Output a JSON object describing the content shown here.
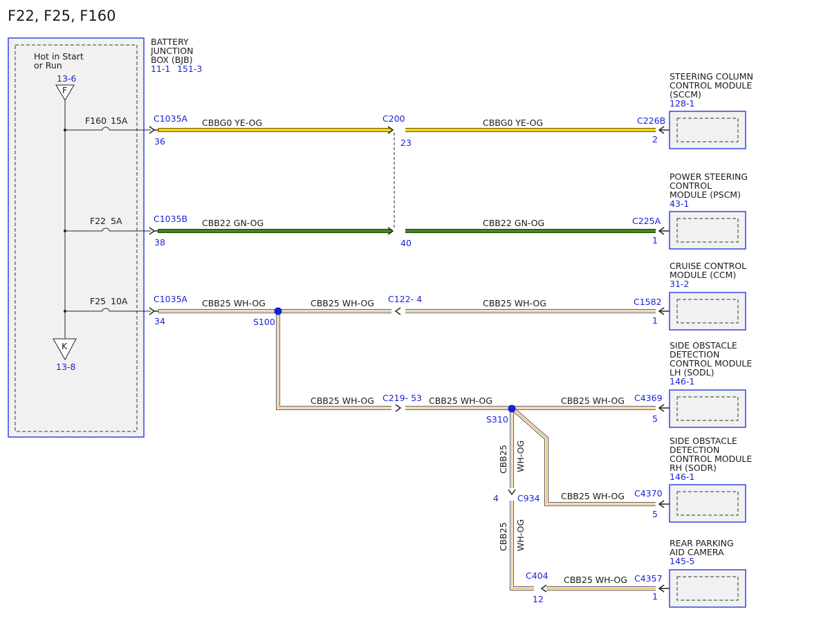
{
  "page_title": "F22, F25, F160",
  "power": {
    "label_line1": "Hot in Start",
    "label_line2": "or Run",
    "top_ref": "13-6",
    "top_symbol": "F",
    "bottom_ref": "13-8",
    "bottom_symbol": "K"
  },
  "fuses": [
    {
      "id": "F160",
      "rating": "15A"
    },
    {
      "id": "F22",
      "rating": "5A"
    },
    {
      "id": "F25",
      "rating": "10A"
    }
  ],
  "bjb": {
    "line1": "BATTERY",
    "line2": "JUNCTION",
    "line3": "BOX (BJB)",
    "ref1": "11-1",
    "ref2": "151-3"
  },
  "connectors": {
    "c1035a_1": "C1035A",
    "c1035b": "C1035B",
    "c1035a_2": "C1035A",
    "c200": "C200",
    "c122": "C122- 4",
    "c219": "C219- 53",
    "c934": "C934",
    "c404": "C404",
    "c226b": "C226B",
    "c225a": "C225A",
    "c1582": "C1582",
    "c4369": "C4369",
    "c4370": "C4370",
    "c4357": "C4357"
  },
  "pins": {
    "p36": "36",
    "p38": "38",
    "p34": "34",
    "p23": "23",
    "p40": "40",
    "p2": "2",
    "p1a": "1",
    "p1b": "1",
    "p5a": "5",
    "p5b": "5",
    "p4": "4",
    "p12": "12",
    "p1c": "1"
  },
  "splices": {
    "s100": "S100",
    "s310": "S310"
  },
  "wires": {
    "cbbg0_1": "CBBG0  YE-OG",
    "cbbg0_2": "CBBG0  YE-OG",
    "cbb22_1": "CBB22  GN-OG",
    "cbb22_2": "CBB22  GN-OG",
    "cbb25_1": "CBB25  WH-OG",
    "cbb25_2": "CBB25  WH-OG",
    "cbb25_3": "CBB25  WH-OG",
    "cbb25_4": "CBB25  WH-OG",
    "cbb25_5": "CBB25  WH-OG",
    "cbb25_6": "CBB25  WH-OG",
    "cbb25_7": "CBB25  WH-OG",
    "cbb25_8": "CBB25  WH-OG",
    "v_circuit": "CBB25",
    "v_color": "WH-OG"
  },
  "modules": {
    "sccm": {
      "l1": "STEERING COLUMN",
      "l2": "CONTROL MODULE",
      "l3": "(SCCM)",
      "ref": "128-1"
    },
    "pscm": {
      "l1": "POWER STEERING",
      "l2": "CONTROL",
      "l3": "MODULE (PSCM)",
      "ref": "43-1"
    },
    "ccm": {
      "l1": "CRUISE CONTROL",
      "l2": "MODULE (CCM)",
      "ref": "31-2"
    },
    "sodl": {
      "l1": "SIDE OBSTACLE",
      "l2": "DETECTION",
      "l3": "CONTROL MODULE",
      "l4": "LH (SODL)",
      "ref": "146-1"
    },
    "sodr": {
      "l1": "SIDE OBSTACLE",
      "l2": "DETECTION",
      "l3": "CONTROL MODULE",
      "l4": "RH (SODR)",
      "ref": "146-1"
    },
    "rpac": {
      "l1": "REAR PARKING",
      "l2": "AID CAMERA",
      "ref": "145-5"
    }
  },
  "colors": {
    "label_blue": "#1a1fd6",
    "yellow": "#f2d21a",
    "green": "#3f8a1a",
    "white_wire": "#ffffff",
    "orange_tracer": "#e8a13a",
    "panel_fill": "#f1f1f1"
  }
}
